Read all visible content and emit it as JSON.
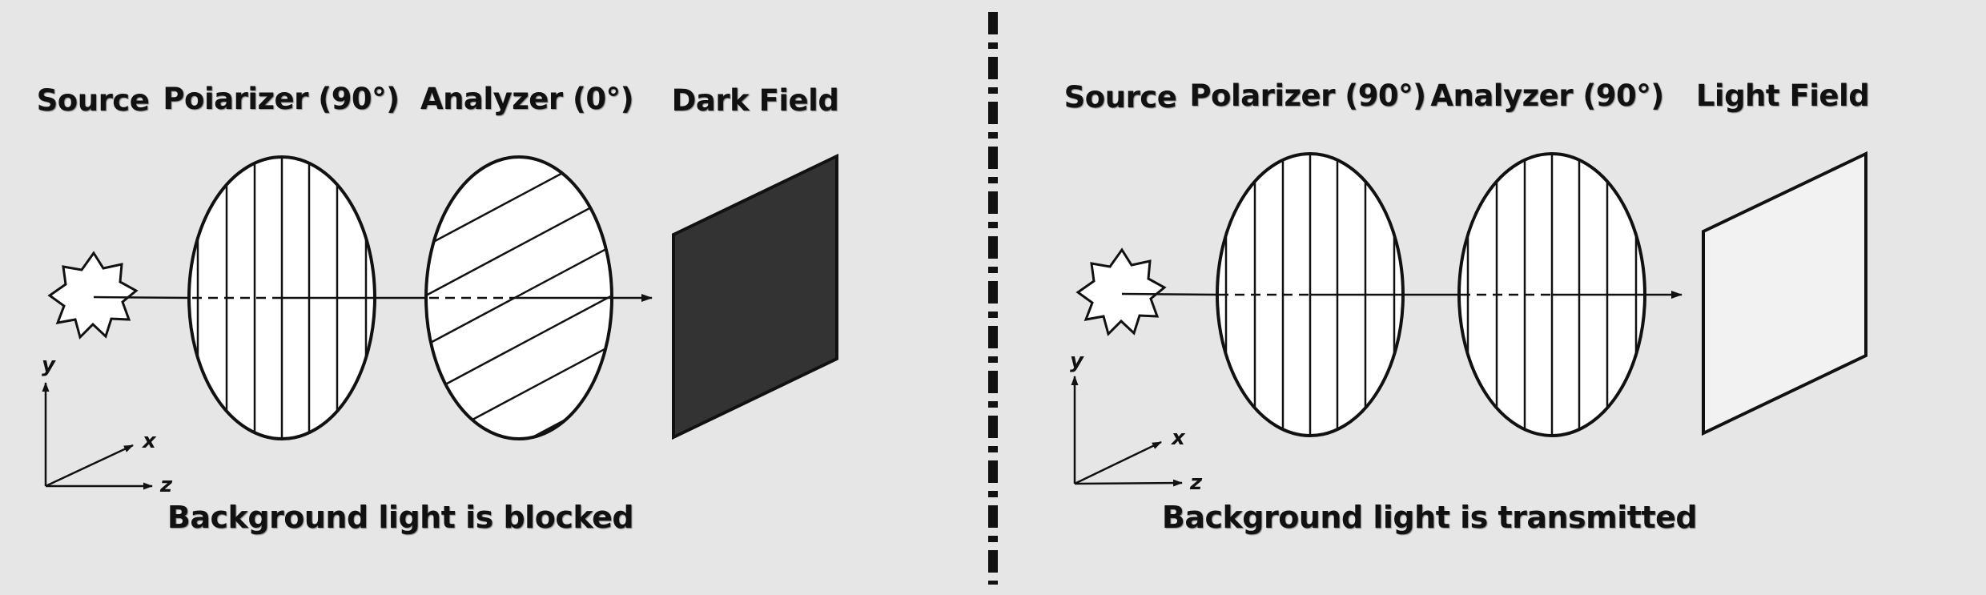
{
  "left_panel": {
    "labels": {
      "source": "Source",
      "polarizer": "Poiarizer (90°)",
      "analyzer": "Analyzer (0°)",
      "screen": "Dark Field"
    },
    "caption": "Background light is blocked",
    "screen_color": "#333333"
  },
  "right_panel": {
    "labels": {
      "source": "Source",
      "polarizer": "Polarizer (90°)",
      "analyzer": "Analyzer (90°)",
      "screen": "Light Field"
    },
    "caption": "Background light is transmitted",
    "screen_color": "#f2f2f2"
  },
  "axes": {
    "y": "y",
    "x": "x",
    "z": "z"
  },
  "colors": {
    "background": "#e6e6e6",
    "stroke": "#111111"
  }
}
